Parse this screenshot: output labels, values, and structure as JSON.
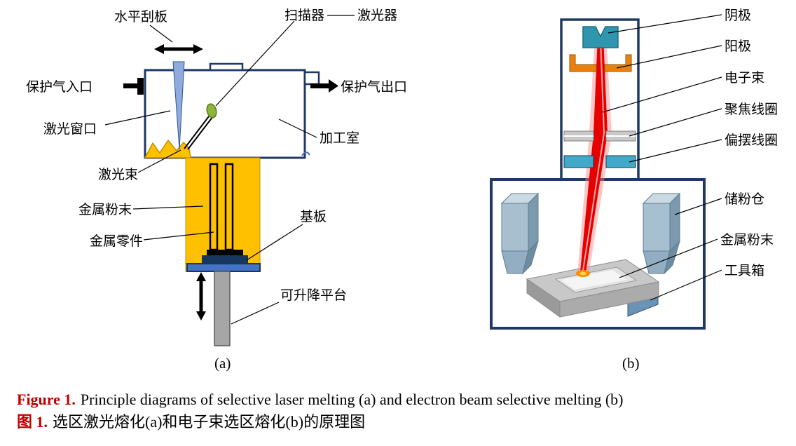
{
  "diagram_a": {
    "sublabel": "(a)",
    "labels": {
      "scraper": "水平刮板",
      "scanner": "扫描器",
      "laser": "激光器",
      "gas_inlet": "保护气入口",
      "gas_outlet": "保护气出口",
      "laser_window": "激光窗口",
      "chamber": "加工室",
      "laser_beam": "激光束",
      "metal_powder": "金属粉末",
      "metal_part": "金属零件",
      "substrate": "基板",
      "lift_platform": "可升降平台"
    }
  },
  "diagram_b": {
    "sublabel": "(b)",
    "labels": {
      "cathode": "阴极",
      "anode": "阳极",
      "electron_beam": "电子束",
      "focus_coil": "聚焦线圈",
      "deflection_coil": "偏摆线圈",
      "powder_bin": "储粉仓",
      "metal_powder": "金属粉末",
      "tool_box": "工具箱"
    }
  },
  "caption": {
    "en_label": "Figure 1.",
    "en_text": "Principle diagrams of selective laser melting (a) and electron beam selective melting (b)",
    "zh_label": "图 1.",
    "zh_text": "选区激光熔化(a)和电子束选区熔化(b)的原理图"
  },
  "colors": {
    "outline_navy": "#1F3864",
    "powder_yellow": "#FFC000",
    "scraper_blue": "#8FAADC",
    "substrate_blue": "#4472C4",
    "scanner_green": "#8DB53C",
    "cathode_teal": "#2F96AE",
    "anode_orange": "#E8820C",
    "coil_blue": "#41A8C8",
    "beam_red": "#E60000",
    "hopper_blue": "#A8BFD0",
    "caption_red": "#C00000"
  }
}
